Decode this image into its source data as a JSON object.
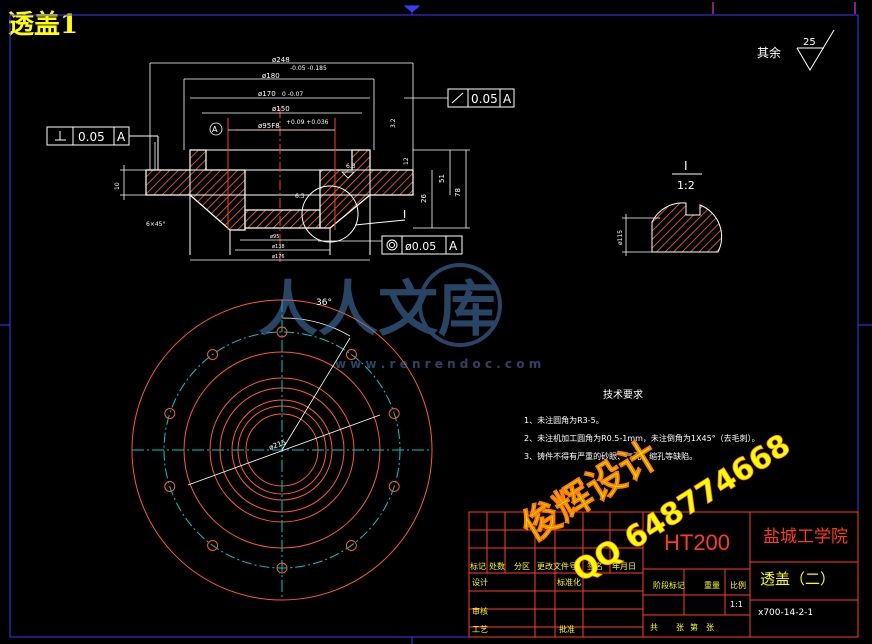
{
  "drawing": {
    "title": "透盖1",
    "surface_note": "其余",
    "surface_roughness": "25",
    "dim_outer_dia": "ø248",
    "dim_bore_tol": "-0.05 -0.185",
    "dim_dia_180": "ø180",
    "dim_dia_170": "ø170",
    "dim_170_tol": "0 -0.07",
    "dim_dia_150": "ø150",
    "dim_dia_95": "ø95F8",
    "dim_95_tol": "+0.09 +0.036",
    "datum_a": "A",
    "frame_flatness": {
      "value": "0.05",
      "datum": "A"
    },
    "frame_runout": {
      "value": "0.05",
      "datum": "A"
    },
    "frame_concentric": {
      "value": "ø0.05",
      "datum": "A"
    },
    "dim_thk_10": "10",
    "dim_26": "26",
    "dim_51": "51",
    "dim_78": "78",
    "dim_6x45": "6×45°",
    "dim_12": "12",
    "dim_3_2": "3.2",
    "dim_6_3": "6.3",
    "dim_bottom_1": "ø95",
    "dim_bottom_2": "ø138",
    "dim_bottom_3": "ø176",
    "detail_label": "I",
    "detail_scale": "1:2",
    "detail_dim": "ø115",
    "view_angle": "36°",
    "pcd": "ø215",
    "roman_one": "I"
  },
  "tech_req": {
    "heading": "技术要求",
    "items": [
      "1、未注圆角为R3-5。",
      "2、未注机加工圆角为R0.5-1mm，未注倒角为1X45°（去毛刺）。",
      "3、铸件不得有严重的砂眼、气孔、缩孔等缺陷。"
    ]
  },
  "title_block": {
    "material": "HT200",
    "school": "盐城工学院",
    "part_name": "透盖（二）",
    "drawing_no": "x700-14-2-1",
    "scale": "1:1",
    "labels": {
      "biaoji": "标记",
      "chushu": "处数",
      "fenqu": "分区",
      "gengai": "更改文件号",
      "qianming": "签名",
      "nianyueri": "年月日",
      "sheji": "设计",
      "biaozhunhua": "标准化",
      "jieduan": "阶段标记",
      "zhongliang": "重量",
      "bili": "比例",
      "shenhe": "审核",
      "gongyi": "工艺",
      "pizhun": "批准",
      "gong": "共",
      "zhang": "张",
      "di": "第",
      "zhang2": "张"
    }
  },
  "watermark": {
    "logo_text": "人人文库",
    "url": "w w w . r e n r e n d o c . c o m",
    "designer": "俊辉设计",
    "qq": "QQ 648774668"
  },
  "colors": {
    "background": "#000000",
    "outline": "#ffffff",
    "red": "#ff3b1f",
    "orange_red": "#ff5a20",
    "cyan": "#00c8c8",
    "blue_border": "#3a3aff",
    "yellow": "#ffff00",
    "magenta": "#ff40ff",
    "hatch": "#ff6a20"
  }
}
